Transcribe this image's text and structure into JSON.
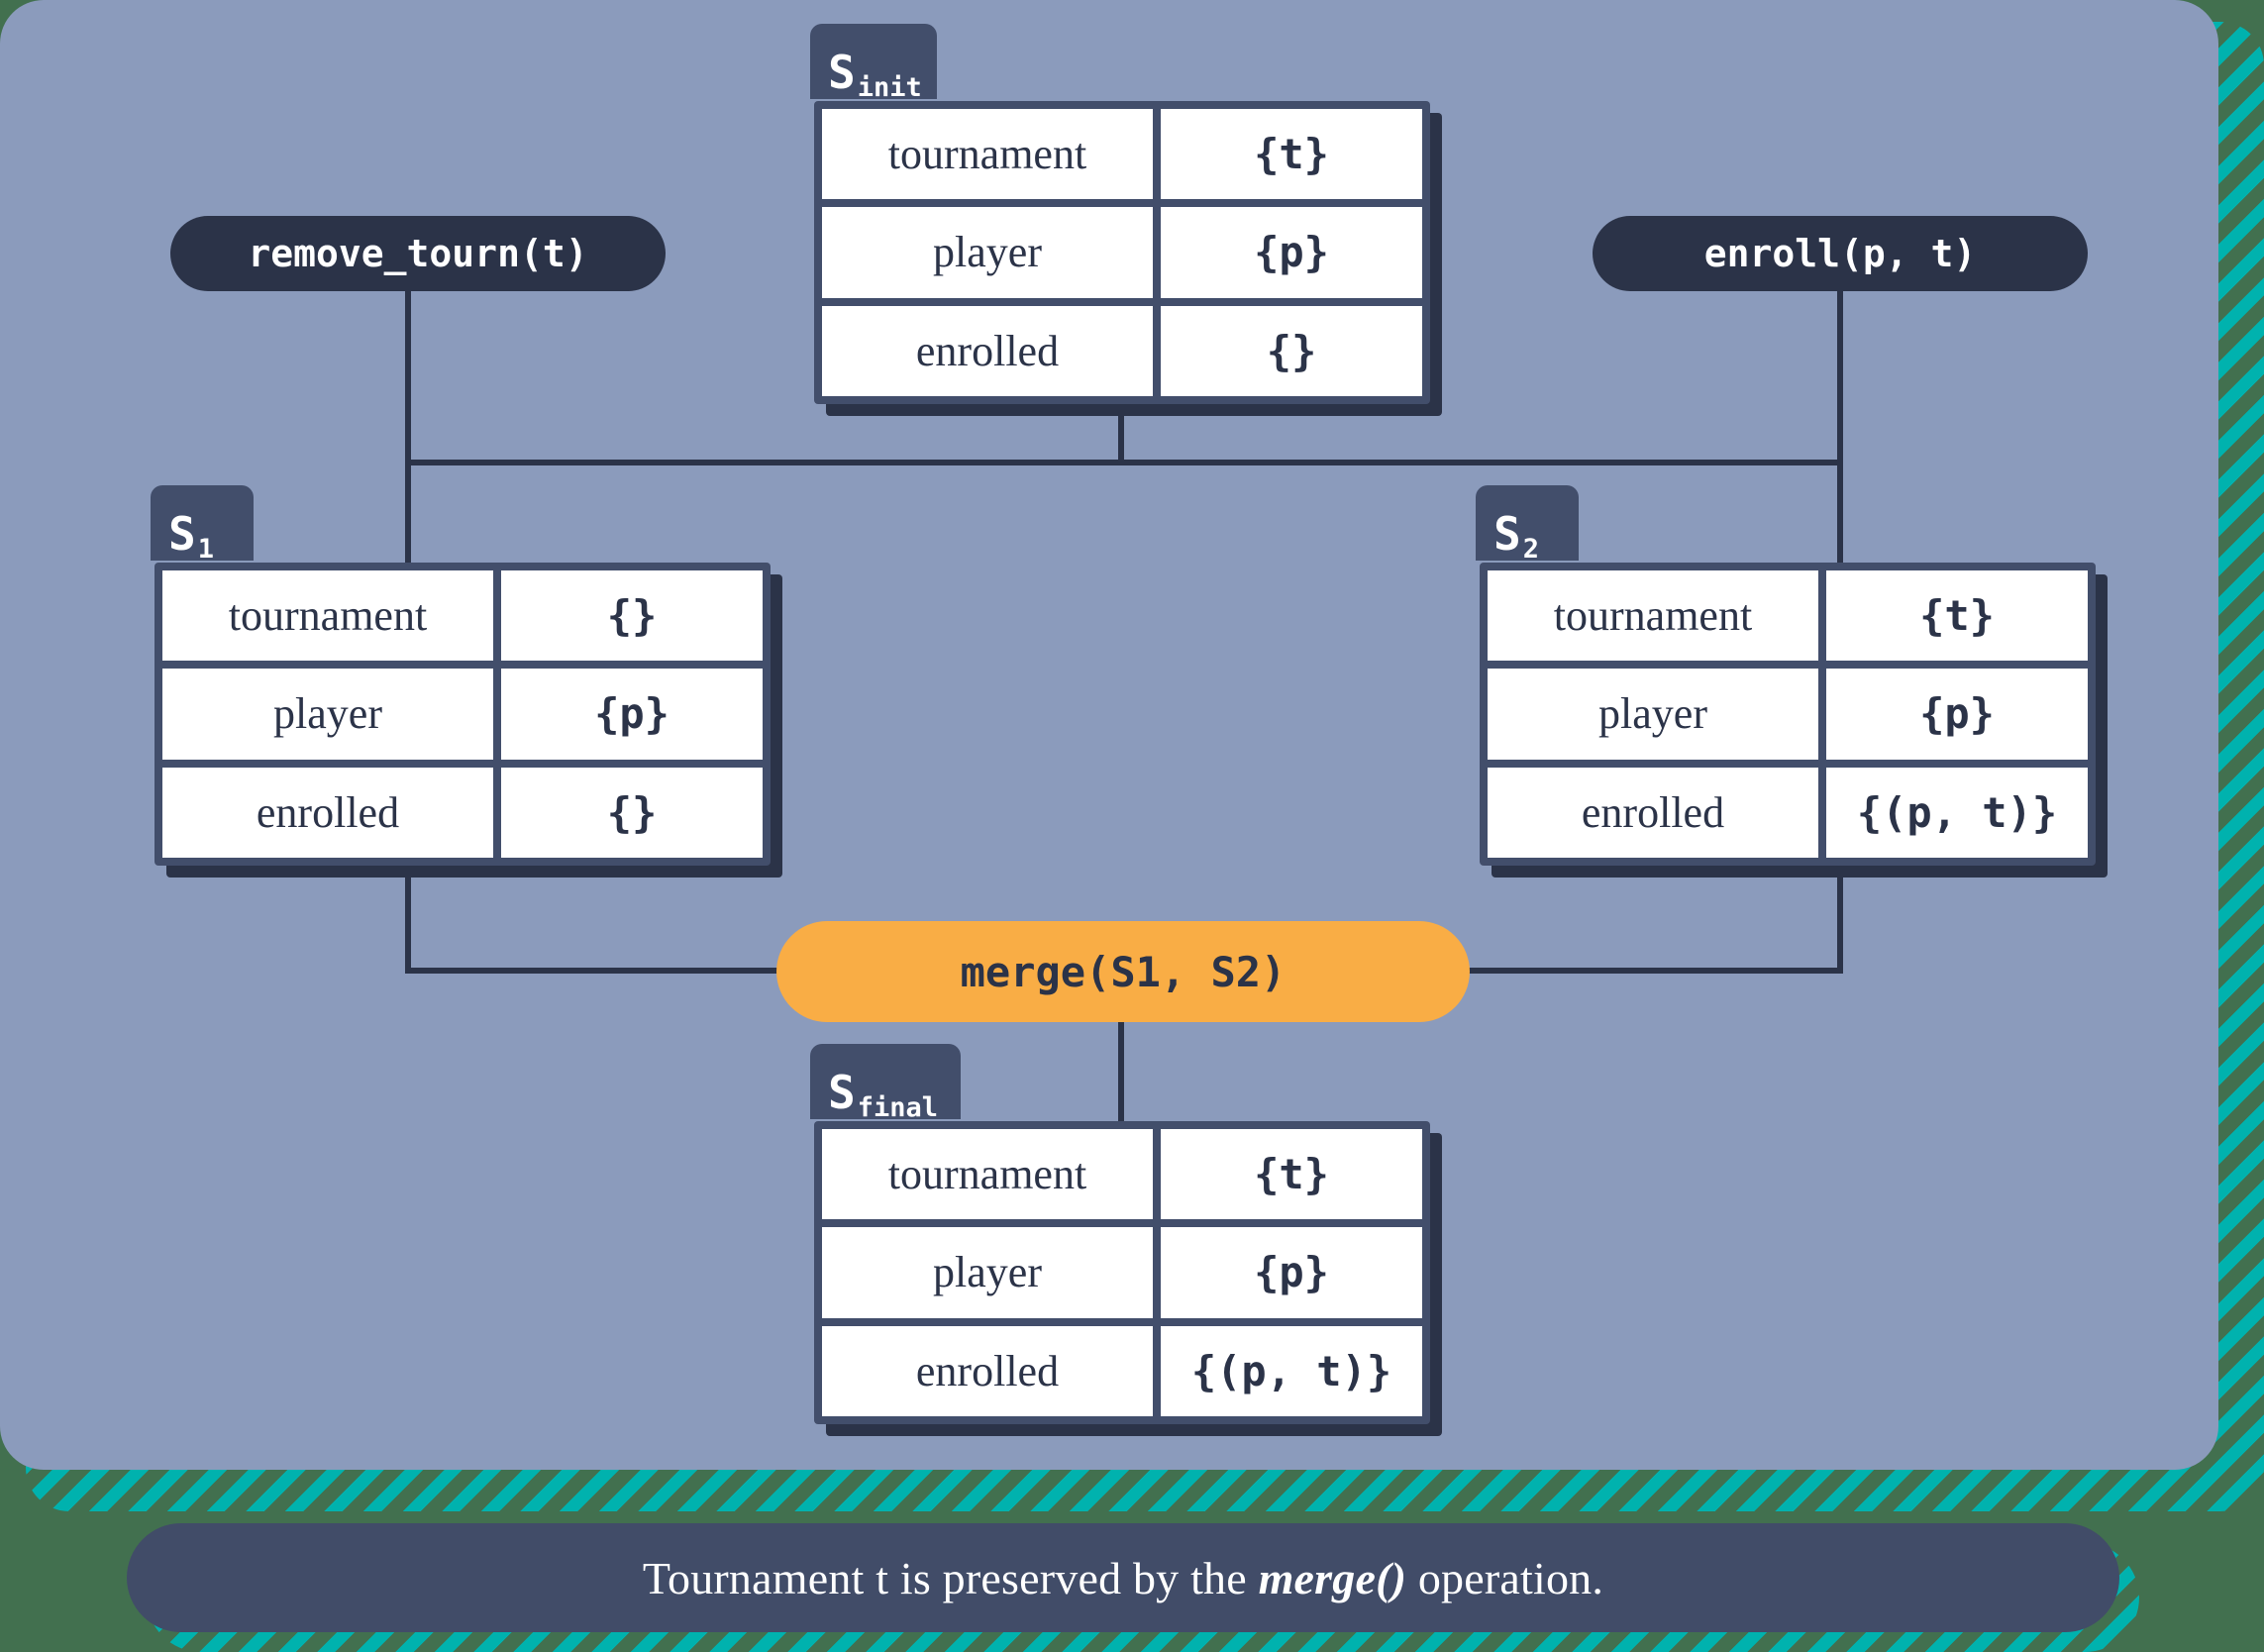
{
  "page": {
    "background_color": "#42704f",
    "panel_color": "#8b9bbc",
    "stripe_color": "#00b2ae",
    "ink_color": "#2b3348",
    "accent_color": "#f9ad45",
    "table_frame_color": "#424e6b"
  },
  "columns": [
    "key",
    "value"
  ],
  "row_keys": [
    "tournament",
    "player",
    "enrolled"
  ],
  "states": {
    "init": {
      "name": "S",
      "subscript": "init",
      "rows": [
        {
          "key": "tournament",
          "value": "{t}"
        },
        {
          "key": "player",
          "value": "{p}"
        },
        {
          "key": "enrolled",
          "value": "{}"
        }
      ]
    },
    "s1": {
      "name": "S",
      "subscript": "1",
      "rows": [
        {
          "key": "tournament",
          "value": "{}"
        },
        {
          "key": "player",
          "value": "{p}"
        },
        {
          "key": "enrolled",
          "value": "{}"
        }
      ]
    },
    "s2": {
      "name": "S",
      "subscript": "2",
      "rows": [
        {
          "key": "tournament",
          "value": "{t}"
        },
        {
          "key": "player",
          "value": "{p}"
        },
        {
          "key": "enrolled",
          "value": "{(p, t)}"
        }
      ]
    },
    "final": {
      "name": "S",
      "subscript": "final",
      "rows": [
        {
          "key": "tournament",
          "value": "{t}"
        },
        {
          "key": "player",
          "value": "{p}"
        },
        {
          "key": "enrolled",
          "value": "{(p, t)}"
        }
      ]
    }
  },
  "operations": {
    "remove_tourn": "remove_tourn(t)",
    "enroll": "enroll(p, t)",
    "merge": "merge(S1, S2)"
  },
  "caption": {
    "before": "Tournament t is preserved by the ",
    "emphasis": "merge()",
    "after": " operation."
  }
}
